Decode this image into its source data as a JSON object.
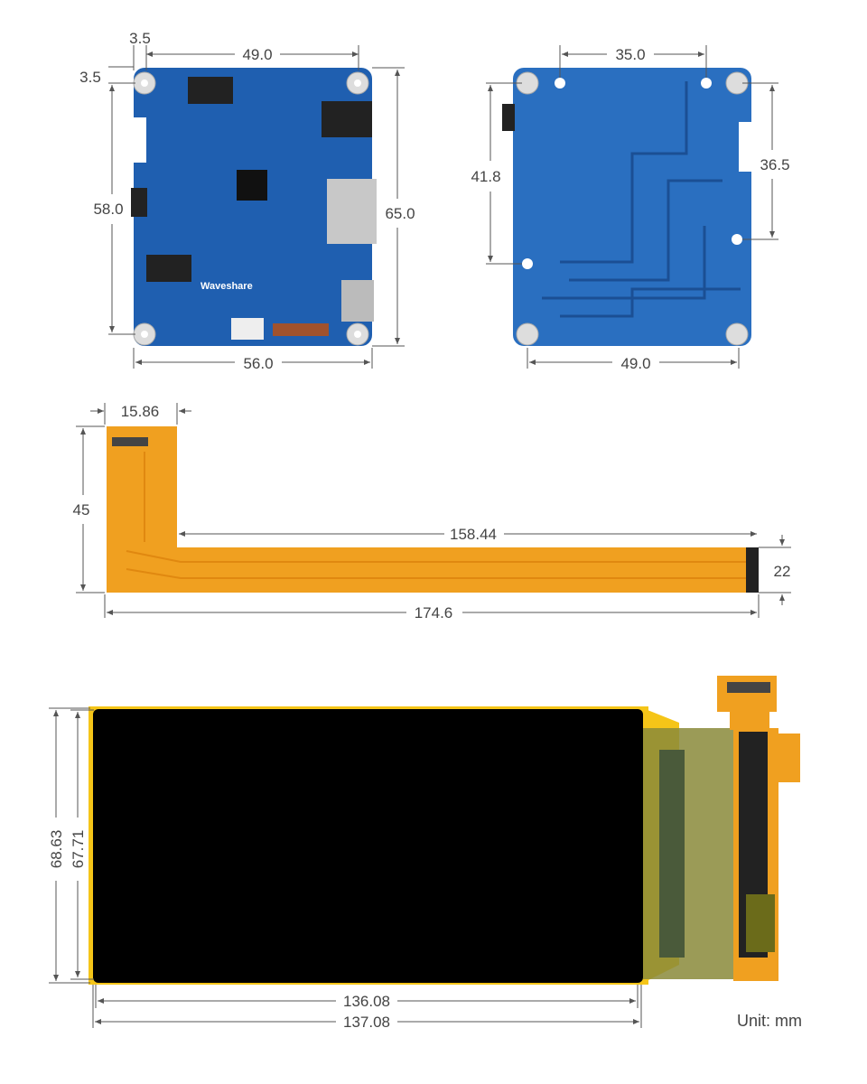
{
  "front_board": {
    "brand": "Waveshare",
    "dims": {
      "left_offset": "3.5",
      "top_offset": "3.5",
      "hole_span_h": "49.0",
      "hole_span_v": "58.0",
      "height": "65.0",
      "width": "56.0"
    }
  },
  "back_board": {
    "dims": {
      "top_span": "35.0",
      "left_span": "41.8",
      "right_span": "36.5",
      "bottom_span": "49.0"
    }
  },
  "fpc_cable": {
    "dims": {
      "tab_width": "15.86",
      "tab_height": "45",
      "strip_length": "158.44",
      "strip_width": "22",
      "total_length": "174.6"
    }
  },
  "lcd_panel": {
    "dims": {
      "outer_height": "68.63",
      "active_height": "67.71",
      "active_width": "136.08",
      "outer_width": "137.08"
    }
  },
  "unit_label": "Unit: mm",
  "colors": {
    "pcb": "#1f5fb0",
    "fpc": "#f0a020",
    "lcd": "#000000",
    "bezel": "#f5c518"
  }
}
